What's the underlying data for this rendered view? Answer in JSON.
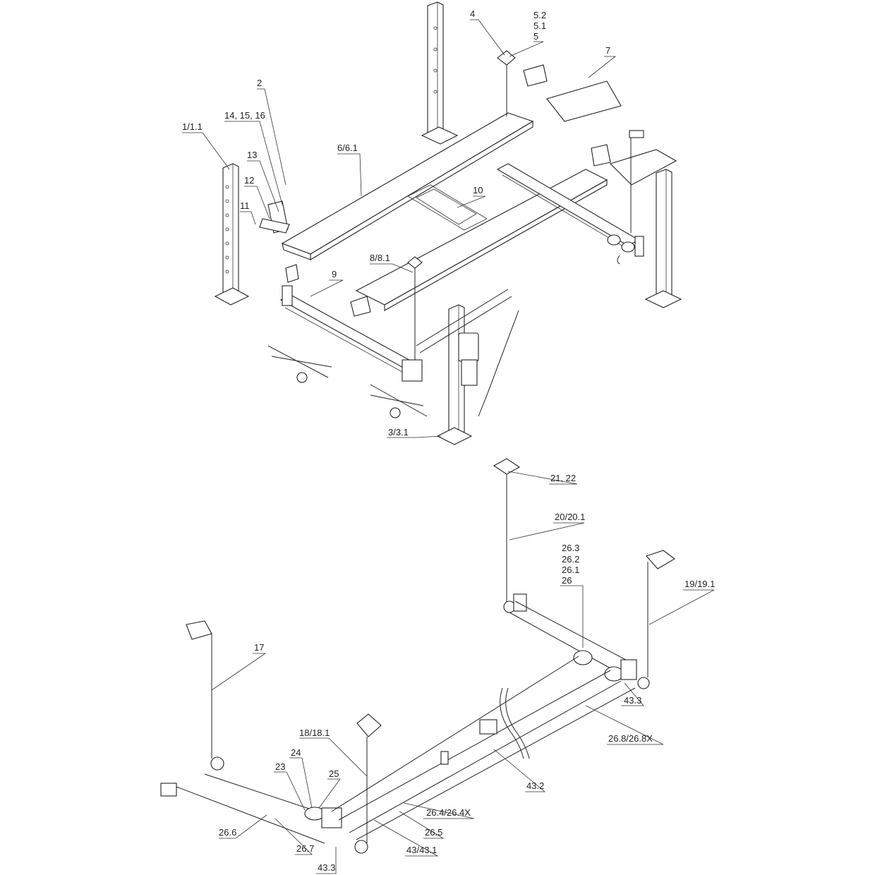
{
  "diagram": {
    "colors": {
      "line": "#222222",
      "background": "#ffffff"
    },
    "upper_labels": [
      "1/1.1",
      "2",
      "14, 15, 16",
      "13",
      "12",
      "11",
      "6/6.1",
      "4",
      "5.2",
      "5.1",
      "5",
      "7",
      "10",
      "8/8.1",
      "9",
      "3/3.1"
    ],
    "lower_labels": [
      "21, 22",
      "20/20.1",
      "26.3",
      "26.2",
      "26.1",
      "26",
      "19/19.1",
      "17",
      "43.3",
      "26.8/26.8X",
      "18/18.1",
      "24",
      "23",
      "25",
      "43.2",
      "26.4/26.4X",
      "26.6",
      "26.7",
      "43/43.1",
      "26.5",
      "43.3"
    ]
  }
}
